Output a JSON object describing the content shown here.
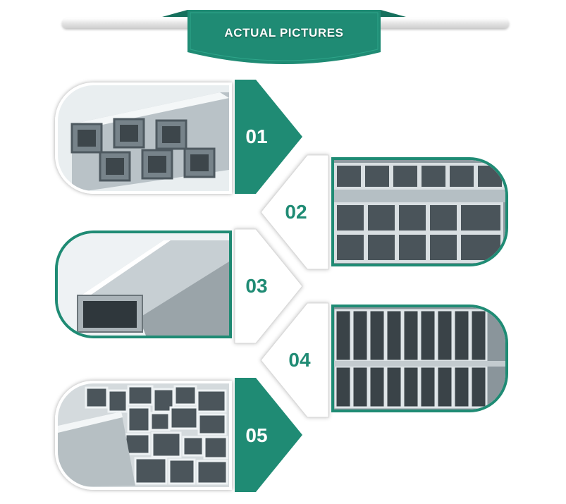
{
  "header": {
    "title": "ACTUAL PICTURES"
  },
  "colors": {
    "accent": "#1f8b74",
    "accent_dark": "#16705d",
    "metal_light": "#dfe5e8",
    "metal_dark": "#7b858b"
  },
  "items": [
    {
      "number": "01",
      "side": "left",
      "frame": "white",
      "style": "filled",
      "photo": "square-aluminum-tubes-stack"
    },
    {
      "number": "02",
      "side": "right",
      "frame": "green",
      "style": "outlined",
      "photo": "square-tubes-end-view"
    },
    {
      "number": "03",
      "side": "left",
      "frame": "green",
      "style": "outlined",
      "photo": "single-square-tube"
    },
    {
      "number": "04",
      "side": "right",
      "frame": "green",
      "style": "outlined",
      "photo": "rectangular-tubes-rows"
    },
    {
      "number": "05",
      "side": "left",
      "frame": "white",
      "style": "filled",
      "photo": "mixed-tube-bundle"
    }
  ]
}
